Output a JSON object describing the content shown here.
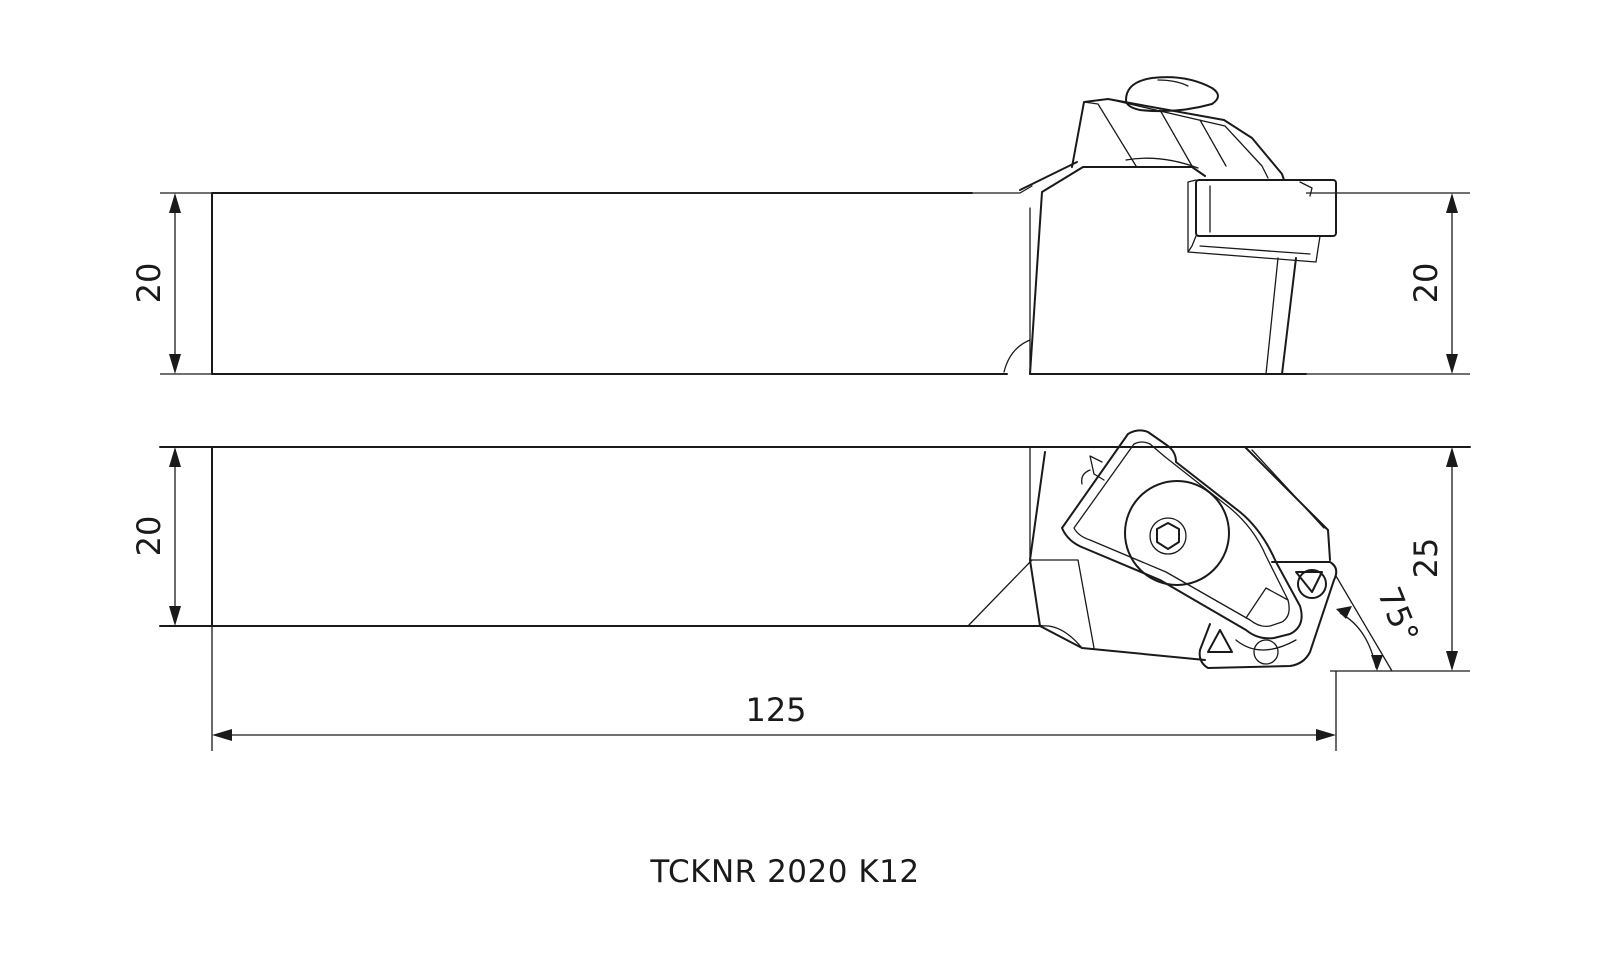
{
  "drawing": {
    "model": "TCKNR 2020 K12",
    "dimensions": {
      "side_view_height_left": "20",
      "side_view_height_right": "20",
      "top_view_width": "20",
      "head_width": "25",
      "overall_length": "125",
      "approach_angle": "75°"
    }
  }
}
